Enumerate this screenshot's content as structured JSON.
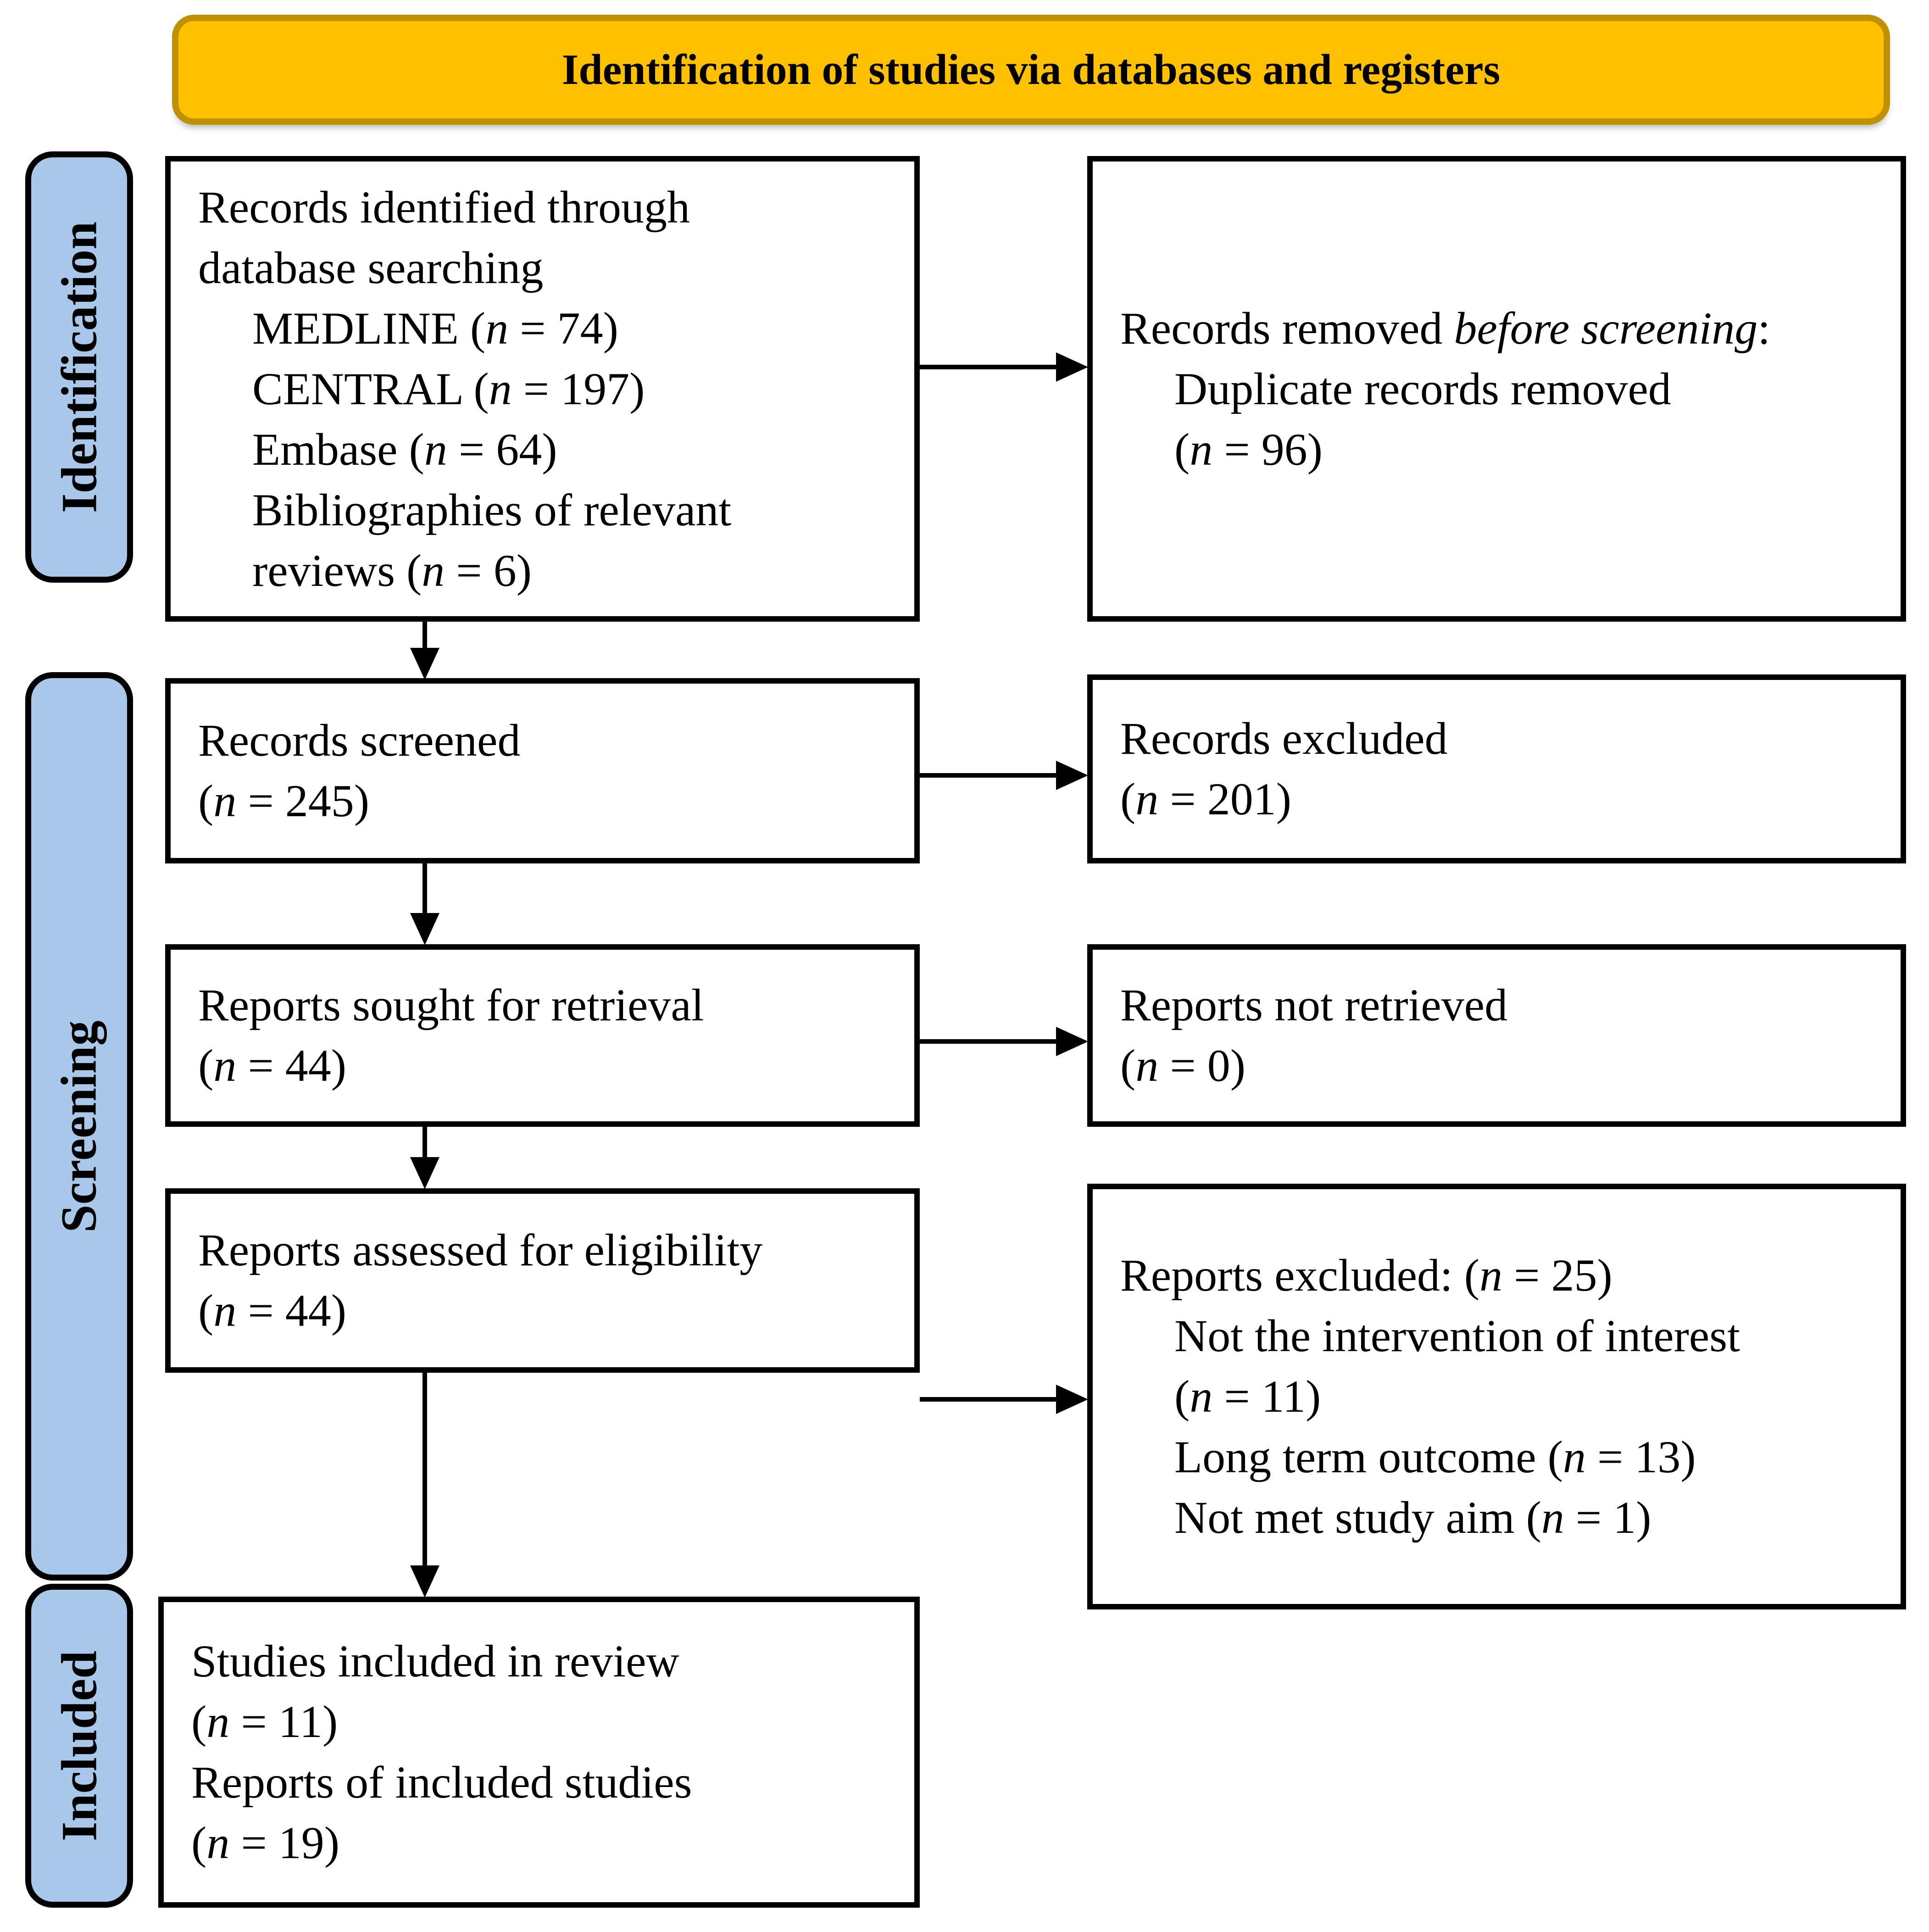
{
  "banner": {
    "title": "Identification of studies via databases and registers"
  },
  "colors": {
    "banner_fill": "#FFC000",
    "banner_border": "#BF9000",
    "stage_fill": "#A9C7E8",
    "stage_border": "#000000",
    "box_fill": "#FFFFFF",
    "box_border": "#000000",
    "arrow": "#000000",
    "text": "#000000",
    "background": "#FFFFFF"
  },
  "stages": [
    {
      "id": "identification",
      "label": "Identification"
    },
    {
      "id": "screening",
      "label": "Screening"
    },
    {
      "id": "included",
      "label": "Included"
    }
  ],
  "boxes": {
    "identified": {
      "lines": [
        {
          "segs": [
            {
              "t": "Records identified through"
            }
          ]
        },
        {
          "segs": [
            {
              "t": "database searching"
            }
          ]
        },
        {
          "indent": true,
          "segs": [
            {
              "t": "MEDLINE ("
            },
            {
              "t": "n",
              "i": true
            },
            {
              "t": " = 74)"
            }
          ]
        },
        {
          "indent": true,
          "segs": [
            {
              "t": "CENTRAL ("
            },
            {
              "t": "n",
              "i": true
            },
            {
              "t": " = 197)"
            }
          ]
        },
        {
          "indent": true,
          "segs": [
            {
              "t": "Embase ("
            },
            {
              "t": "n",
              "i": true
            },
            {
              "t": " = 64)"
            }
          ]
        },
        {
          "indent": true,
          "segs": [
            {
              "t": "Bibliographies of relevant"
            }
          ]
        },
        {
          "indent": true,
          "segs": [
            {
              "t": "reviews ("
            },
            {
              "t": "n",
              "i": true
            },
            {
              "t": " = 6)"
            }
          ]
        }
      ]
    },
    "removed_before_screening": {
      "lines": [
        {
          "segs": [
            {
              "t": "Records removed "
            },
            {
              "t": "before screening",
              "i": true
            },
            {
              "t": ":"
            }
          ]
        },
        {
          "indent": true,
          "segs": [
            {
              "t": "Duplicate records removed"
            }
          ]
        },
        {
          "indent": true,
          "segs": [
            {
              "t": "("
            },
            {
              "t": "n",
              "i": true
            },
            {
              "t": " = 96)"
            }
          ]
        }
      ]
    },
    "screened": {
      "lines": [
        {
          "segs": [
            {
              "t": "Records screened"
            }
          ]
        },
        {
          "segs": [
            {
              "t": "("
            },
            {
              "t": "n",
              "i": true
            },
            {
              "t": " = 245)"
            }
          ]
        }
      ]
    },
    "records_excluded": {
      "lines": [
        {
          "segs": [
            {
              "t": "Records excluded"
            }
          ]
        },
        {
          "segs": [
            {
              "t": "("
            },
            {
              "t": "n",
              "i": true
            },
            {
              "t": " = 201)"
            }
          ]
        }
      ]
    },
    "sought_retrieval": {
      "lines": [
        {
          "segs": [
            {
              "t": "Reports sought for retrieval"
            }
          ]
        },
        {
          "segs": [
            {
              "t": "("
            },
            {
              "t": "n",
              "i": true
            },
            {
              "t": " = 44)"
            }
          ]
        }
      ]
    },
    "not_retrieved": {
      "lines": [
        {
          "segs": [
            {
              "t": "Reports not retrieved"
            }
          ]
        },
        {
          "segs": [
            {
              "t": "("
            },
            {
              "t": "n",
              "i": true
            },
            {
              "t": " = 0)"
            }
          ]
        }
      ]
    },
    "assessed_eligibility": {
      "lines": [
        {
          "segs": [
            {
              "t": "Reports assessed for eligibility"
            }
          ]
        },
        {
          "segs": [
            {
              "t": "("
            },
            {
              "t": "n",
              "i": true
            },
            {
              "t": " = 44)"
            }
          ]
        }
      ]
    },
    "reports_excluded": {
      "lines": [
        {
          "segs": [
            {
              "t": "Reports excluded: ("
            },
            {
              "t": "n",
              "i": true
            },
            {
              "t": " = 25)"
            }
          ]
        },
        {
          "indent": true,
          "segs": [
            {
              "t": "Not the intervention of interest"
            }
          ]
        },
        {
          "indent": true,
          "segs": [
            {
              "t": "("
            },
            {
              "t": "n",
              "i": true
            },
            {
              "t": " = 11)"
            }
          ]
        },
        {
          "indent": true,
          "segs": [
            {
              "t": "Long term outcome ("
            },
            {
              "t": "n",
              "i": true
            },
            {
              "t": " = 13)"
            }
          ]
        },
        {
          "indent": true,
          "segs": [
            {
              "t": "Not met study aim ("
            },
            {
              "t": "n",
              "i": true
            },
            {
              "t": " = 1)"
            }
          ]
        }
      ]
    },
    "included_studies": {
      "lines": [
        {
          "segs": [
            {
              "t": "Studies included in review"
            }
          ]
        },
        {
          "segs": [
            {
              "t": "("
            },
            {
              "t": "n",
              "i": true
            },
            {
              "t": " = 11)"
            }
          ]
        },
        {
          "segs": [
            {
              "t": "Reports of included studies"
            }
          ]
        },
        {
          "segs": [
            {
              "t": "("
            },
            {
              "t": "n",
              "i": true
            },
            {
              "t": " = 19)"
            }
          ]
        }
      ]
    }
  }
}
